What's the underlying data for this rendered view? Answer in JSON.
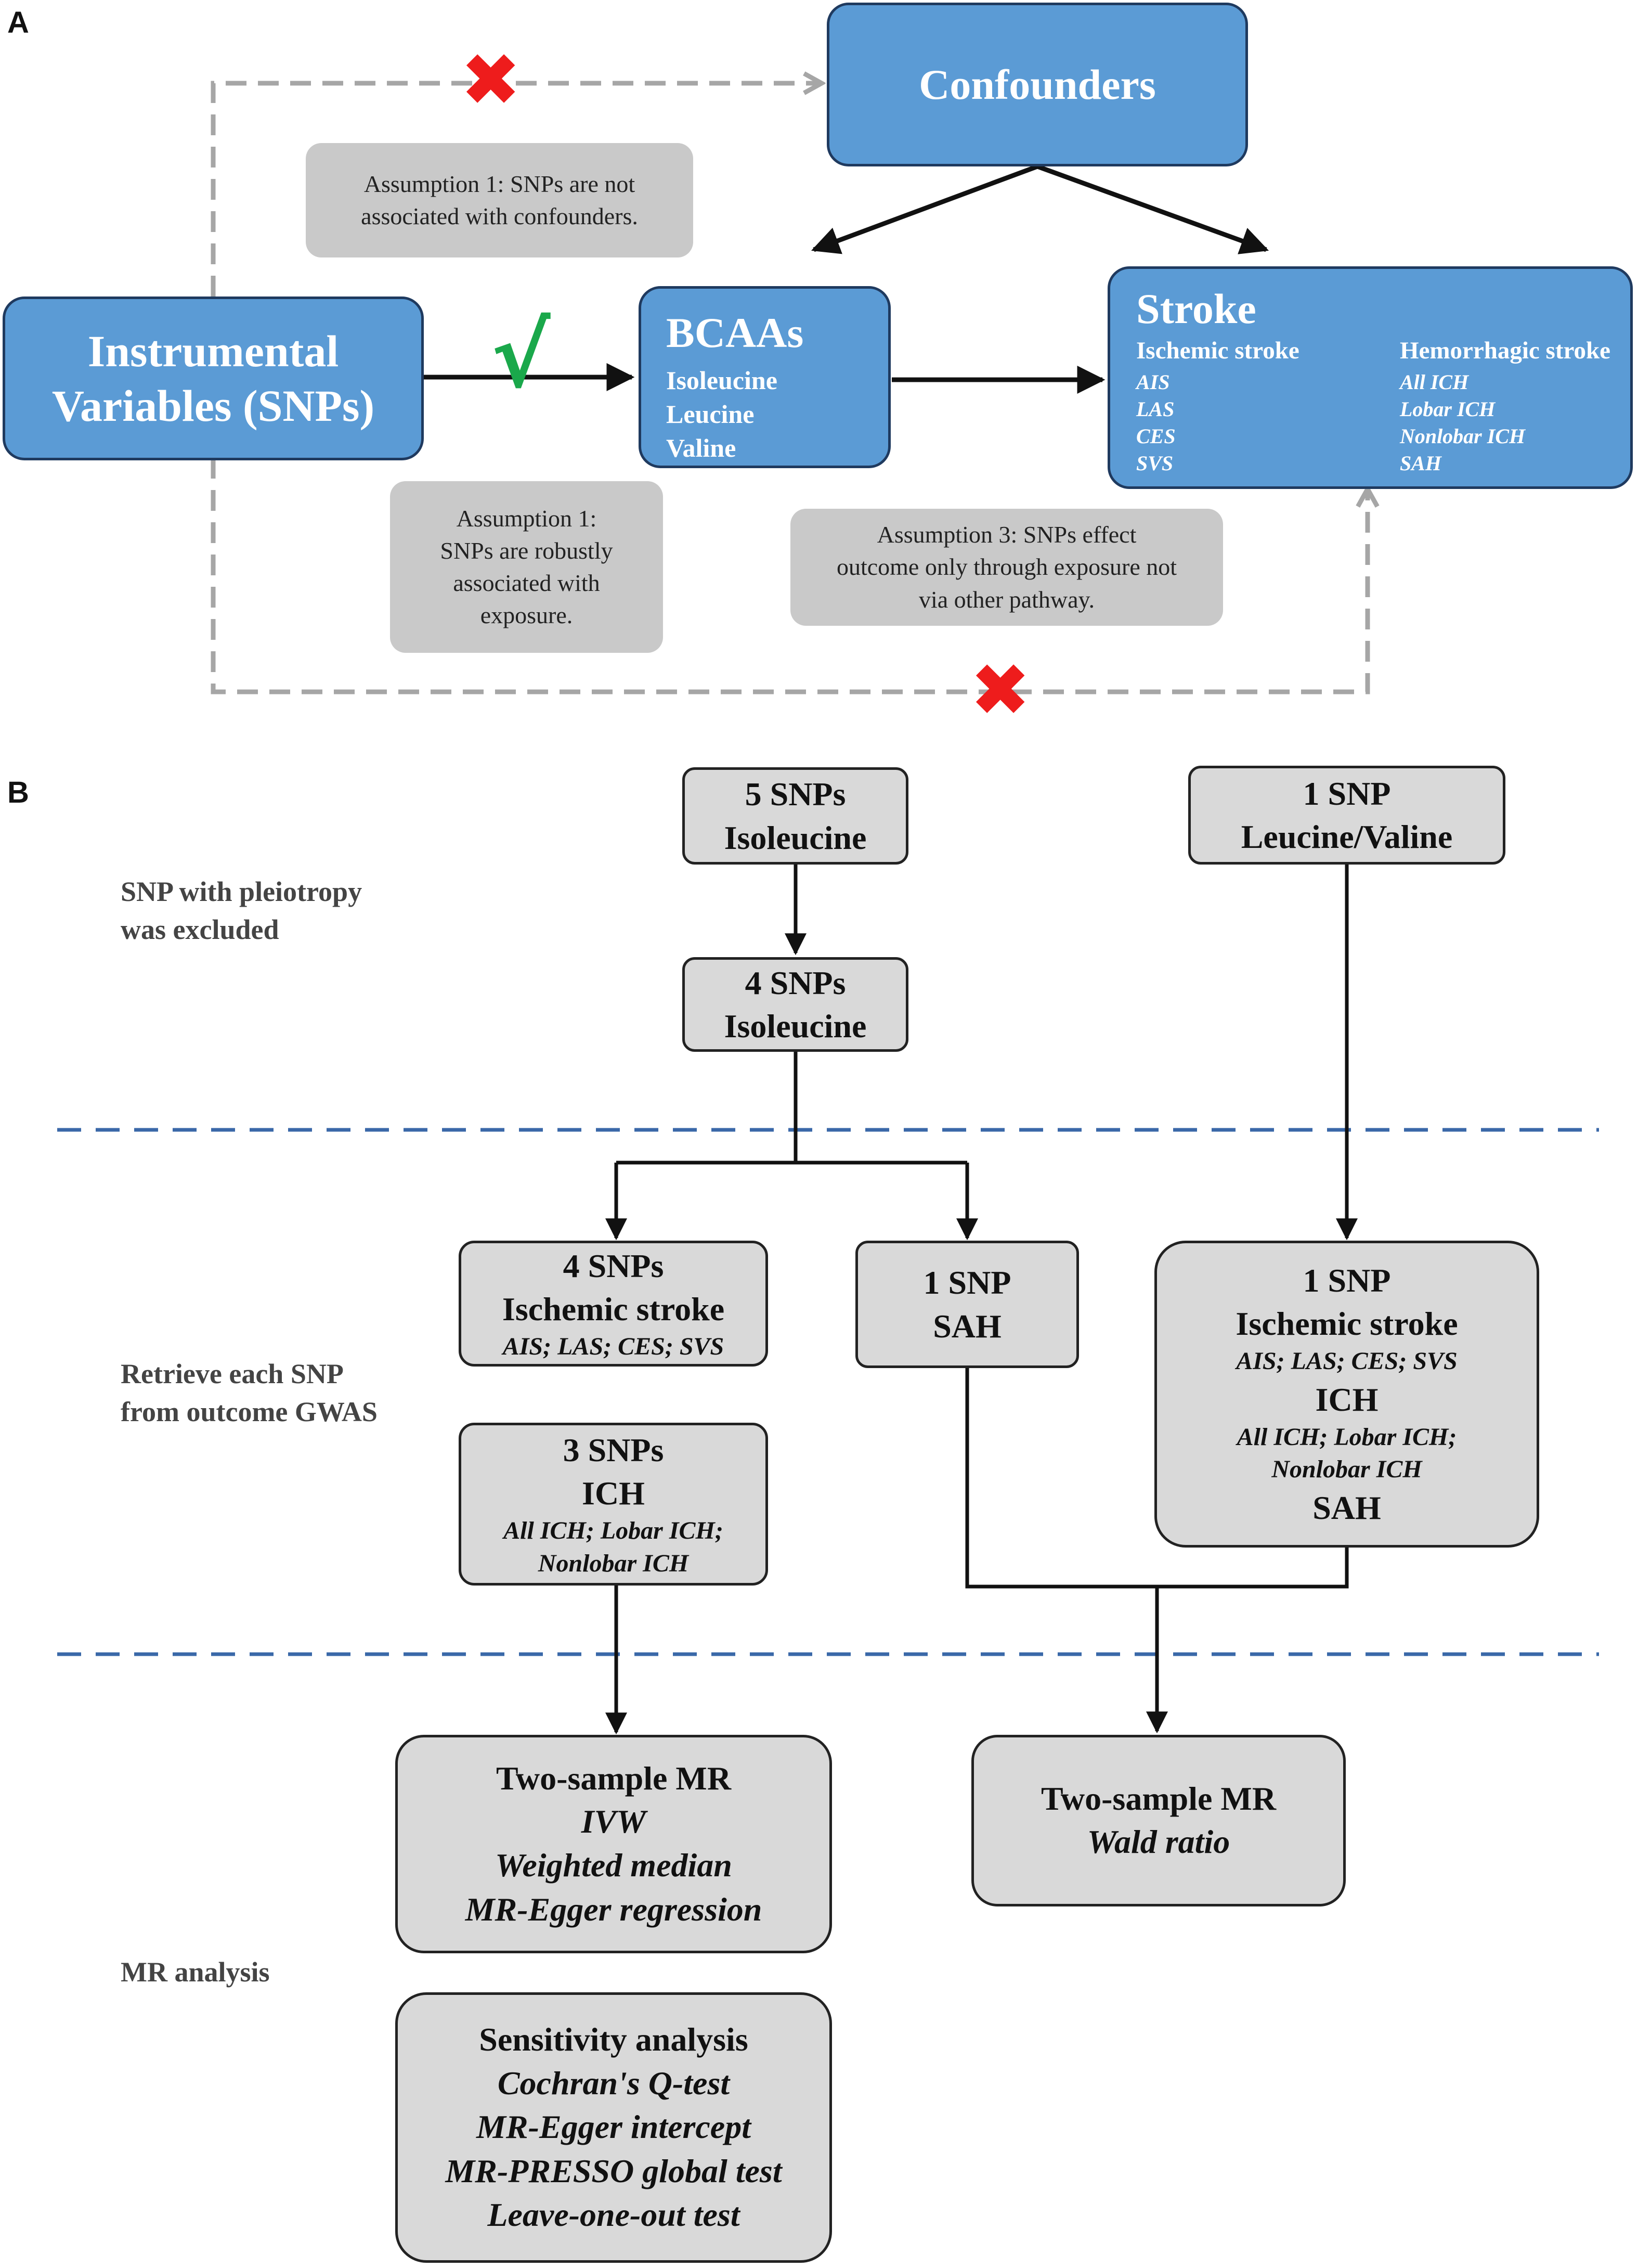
{
  "panels": {
    "a": "A",
    "b": "B"
  },
  "panel_a": {
    "confounders": "Confounders",
    "instrumental": [
      "Instrumental",
      "Variables (SNPs)"
    ],
    "bcaas": {
      "title": "BCAAs",
      "items": [
        "Isoleucine",
        "Leucine",
        "Valine"
      ]
    },
    "stroke": {
      "title": "Stroke",
      "ischemic": {
        "head": "Ischemic stroke",
        "items": [
          "AIS",
          "LAS",
          "CES",
          "SVS"
        ]
      },
      "hemorrhagic": {
        "head": "Hemorrhagic stroke",
        "items": [
          "All ICH",
          "Lobar ICH",
          "Nonlobar ICH",
          "SAH"
        ]
      }
    },
    "assumption_top": [
      "Assumption 1: SNPs are not",
      "associated with confounders."
    ],
    "assumption_mid": [
      "Assumption 1:",
      "SNPs are robustly",
      "associated with",
      "exposure."
    ],
    "assumption_right": [
      "Assumption 3: SNPs effect",
      "outcome only through exposure not",
      "via other pathway."
    ],
    "valid_mark": "√",
    "invalid_mark": "✖"
  },
  "panel_b": {
    "labels": {
      "pleiotropy": [
        "SNP with pleiotropy",
        "was excluded"
      ],
      "retrieve": [
        "Retrieve each SNP",
        "from outcome GWAS"
      ],
      "mr": "MR analysis"
    },
    "snp5": [
      "5 SNPs",
      "Isoleucine"
    ],
    "snp1_lv": [
      "1 SNP",
      "Leucine/Valine"
    ],
    "snp4": [
      "4 SNPs",
      "Isoleucine"
    ],
    "isch4": {
      "l1": "4 SNPs",
      "l2": "Ischemic stroke",
      "s": "AIS; LAS; CES; SVS"
    },
    "sah1": [
      "1 SNP",
      "SAH"
    ],
    "right1": {
      "l1": "1 SNP",
      "l2": "Ischemic stroke",
      "s1": "AIS; LAS; CES; SVS",
      "l3": "ICH",
      "s2": "All ICH; Lobar ICH;",
      "s3": "Nonlobar ICH",
      "l4": "SAH"
    },
    "ich3": {
      "l1": "3 SNPs",
      "l2": "ICH",
      "s1": "All ICH; Lobar ICH;",
      "s2": "Nonlobar ICH"
    },
    "mr_left": {
      "l1": "Two-sample MR",
      "m": [
        "IVW",
        "Weighted median",
        "MR-Egger regression"
      ]
    },
    "mr_right": {
      "l1": "Two-sample MR",
      "m": "Wald ratio"
    },
    "sensitivity": {
      "l1": "Sensitivity analysis",
      "m": [
        "Cochran's Q-test",
        "MR-Egger intercept",
        "MR-PRESSO global test",
        "Leave-one-out test"
      ]
    }
  },
  "colors": {
    "box_blue": "#5b9bd5",
    "box_border": "#1f3a5f",
    "note_gray": "#c9c9c9",
    "box_gray": "#d9d9d9",
    "check_green": "#1aa84b",
    "cross_red": "#ee1c1c",
    "divider_blue": "#3a68a8",
    "dashed_gray": "#a6a6a6"
  }
}
